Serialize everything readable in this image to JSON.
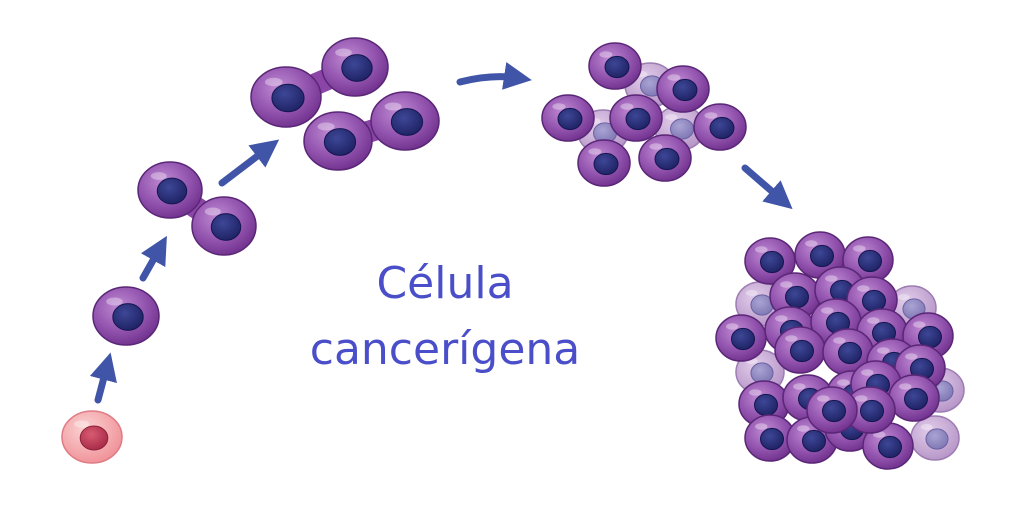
{
  "title_lines": [
    "Célula",
    "cancerígena"
  ],
  "colors": {
    "text": "#4a4fc9",
    "arrow": "#4155a8",
    "cell_body": "#8e4aa8",
    "cell_body_light": "#b782c9",
    "cell_nucleus": "#2b2f7a",
    "dead_cell_body": "#c8a8d8",
    "dead_cell_nucleus": "#8f86c2",
    "normal_cell_body": "#f4a5a8",
    "normal_cell_nucleus": "#c03a55"
  },
  "stages": [
    {
      "name": "normal-cell",
      "icon": "pink-cell-icon"
    },
    {
      "name": "single-cancer-cell",
      "icon": "purple-cell-icon"
    },
    {
      "name": "dividing-cell",
      "icon": "dividing-cell-icon"
    },
    {
      "name": "two-dividing-cells",
      "icon": "dividing-cell-icon"
    },
    {
      "name": "small-cluster",
      "icon": "cell-cluster-icon"
    },
    {
      "name": "tumor-mass",
      "icon": "tumor-icon"
    }
  ]
}
